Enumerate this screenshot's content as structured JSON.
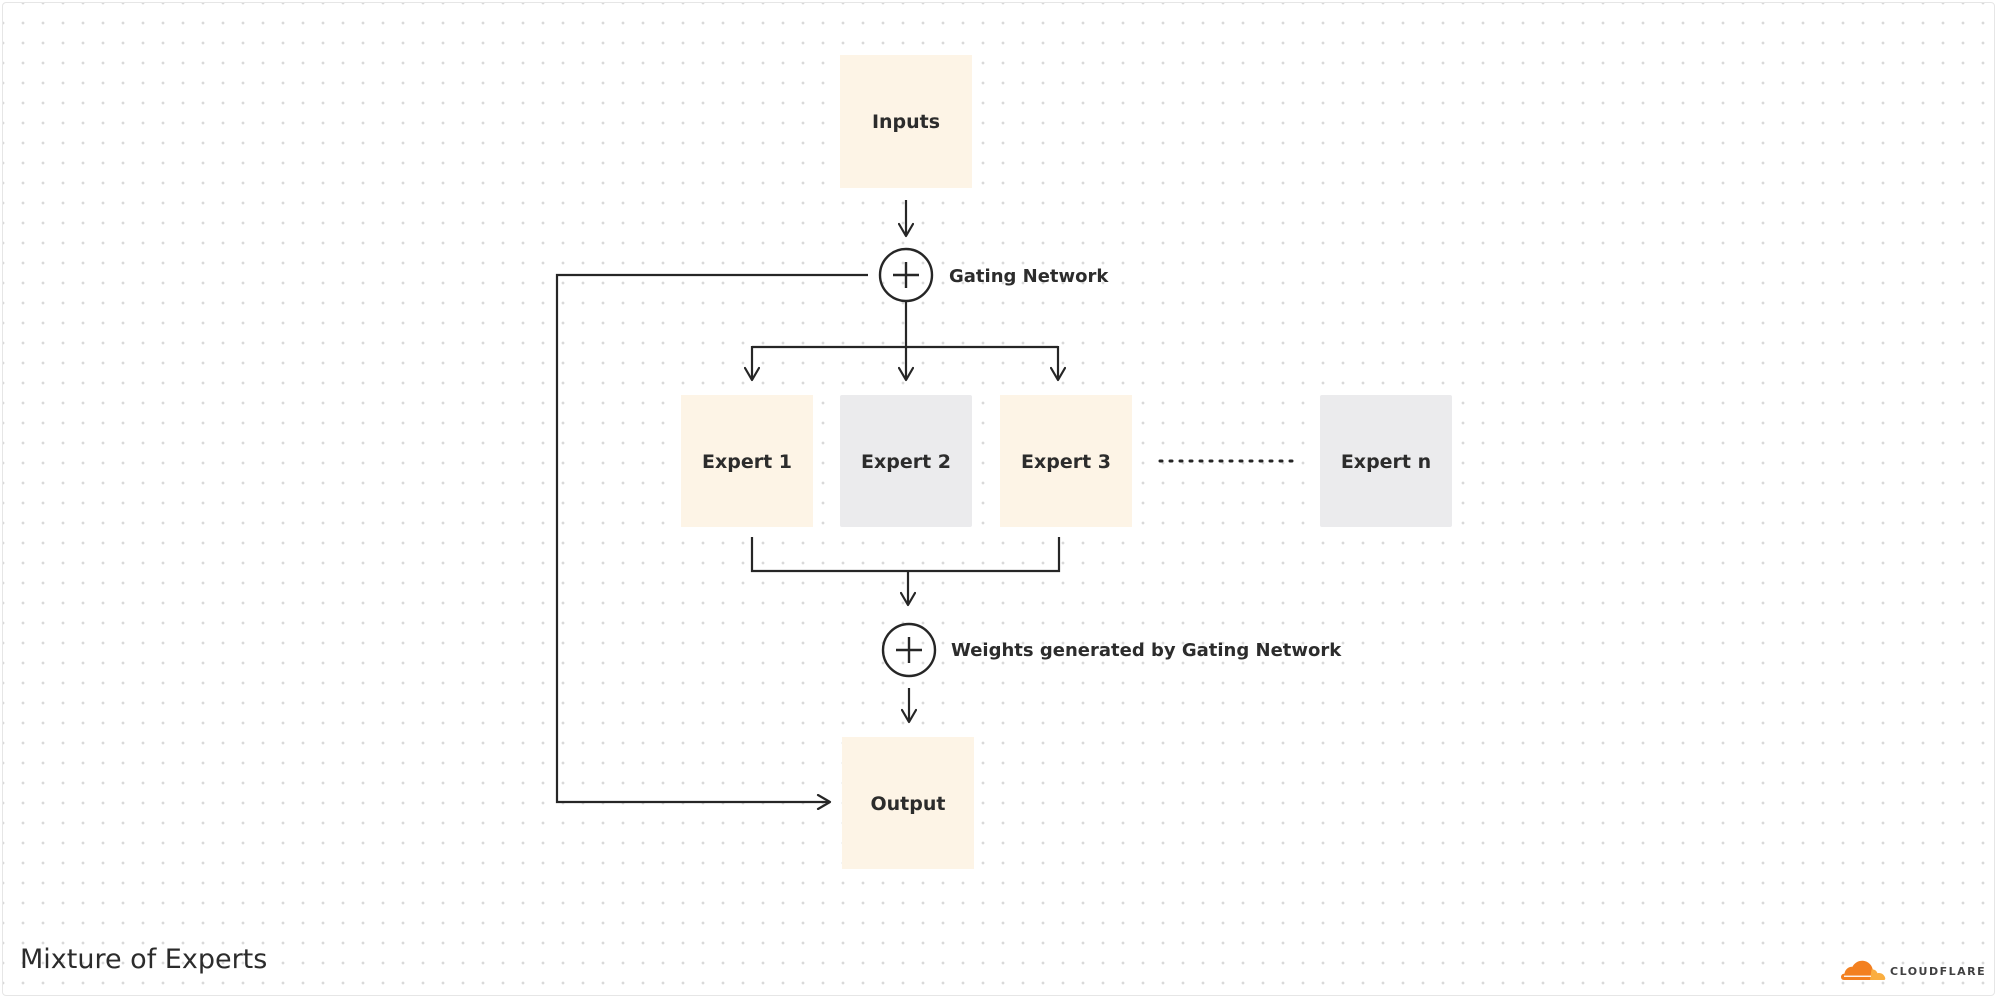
{
  "diagram": {
    "nodes": {
      "inputs": "Inputs",
      "expert_1": "Expert 1",
      "expert_2": "Expert 2",
      "expert_3": "Expert 3",
      "expert_n": "Expert n",
      "output": "Output"
    },
    "labels": {
      "gating_network": "Gating Network",
      "weights": "Weights generated by Gating Network"
    },
    "caption": "Mixture of Experts",
    "colors": {
      "peach": "#fdf4e6",
      "gray": "#ebebed",
      "line": "#262626",
      "logo_orange": "#f38020",
      "logo_light": "#faae40"
    }
  },
  "brand": {
    "logo_text": "CLOUDFLARE"
  }
}
